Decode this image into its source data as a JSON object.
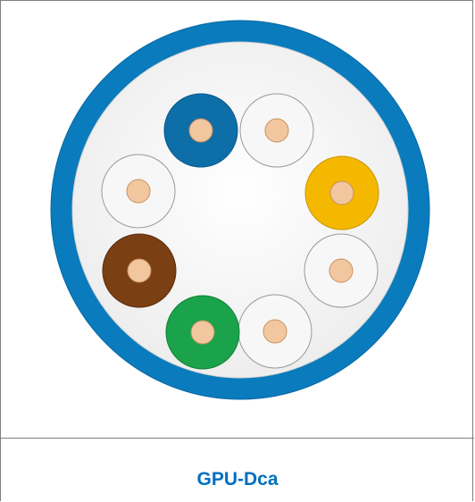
{
  "caption": {
    "label": "GPU-Dca",
    "color": "#0070c0"
  },
  "cable": {
    "jacket_color": "#0a7bbd",
    "jacket_edge_color": "#0869a3",
    "core_fill_color": "#f2f2f2",
    "conductor_color": "#f2c7a0",
    "conductor_edge_color": "#c98f5e",
    "wires": [
      {
        "name": "blue",
        "color": "#0e6ea8",
        "edge": "#0a5a8c"
      },
      {
        "name": "white-1",
        "color": "#f7f7f7",
        "edge": "#9a9a9a"
      },
      {
        "name": "orange",
        "color": "#f5b800",
        "edge": "#c99600"
      },
      {
        "name": "white-2",
        "color": "#f7f7f7",
        "edge": "#9a9a9a"
      },
      {
        "name": "white-3",
        "color": "#f7f7f7",
        "edge": "#9a9a9a"
      },
      {
        "name": "green",
        "color": "#1aa34a",
        "edge": "#12813a"
      },
      {
        "name": "brown",
        "color": "#7a3f12",
        "edge": "#5c2e0c"
      },
      {
        "name": "white-4",
        "color": "#f7f7f7",
        "edge": "#9a9a9a"
      }
    ]
  }
}
